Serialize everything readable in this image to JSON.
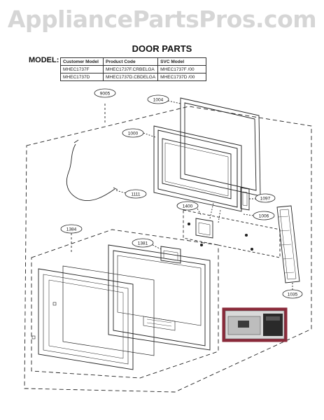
{
  "watermark": "AppliancePartsPros.com",
  "title": "DOOR PARTS",
  "model_label": "MODEL:",
  "table": {
    "headers": [
      "Customer Model",
      "Product Code",
      "SVC Model"
    ],
    "rows": [
      [
        "MHEC1737F",
        "MHEC1737F.CRBELGA",
        "MHEC1737F /00"
      ],
      [
        "MHEC1737D",
        "MHEC1737D.CBDELGA",
        "MHEC1737D /00"
      ]
    ]
  },
  "callouts": {
    "c9005": "9005",
    "c1004": "1004",
    "c1000": "1000",
    "c1111": "1111",
    "c1097": "1097",
    "c1400": "1400",
    "c1006": "1006",
    "c1384": "1384",
    "c1381": "1381",
    "c1035": "1035"
  },
  "colors": {
    "line": "#222222",
    "board_border": "#8a2a3a",
    "board_fill": "#d9d9d9",
    "watermark": "#d6d6d6"
  }
}
